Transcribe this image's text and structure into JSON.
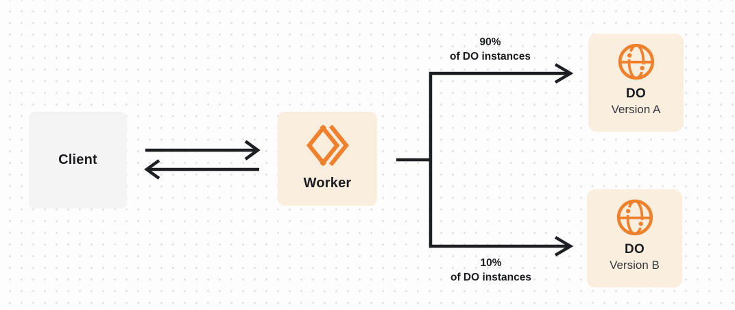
{
  "diagram": {
    "client": {
      "label": "Client"
    },
    "worker": {
      "label": "Worker"
    },
    "branch_top": {
      "percent": "90%",
      "caption": "of DO instances"
    },
    "branch_bottom": {
      "percent": "10%",
      "caption": "of DO instances"
    },
    "do_version_a": {
      "title": "DO",
      "subtitle": "Version A"
    },
    "do_version_b": {
      "title": "DO",
      "subtitle": "Version B"
    }
  },
  "theme": {
    "accent_orange": "#F0812C",
    "node_cream": "#FAEFDE",
    "node_gray": "#F4F4F5",
    "line_color": "#1E1F22",
    "text_color": "#1B1C1F",
    "subtext_color": "#35363B",
    "dot_color": "#E2E2E5",
    "background": "#FDFDFE"
  }
}
